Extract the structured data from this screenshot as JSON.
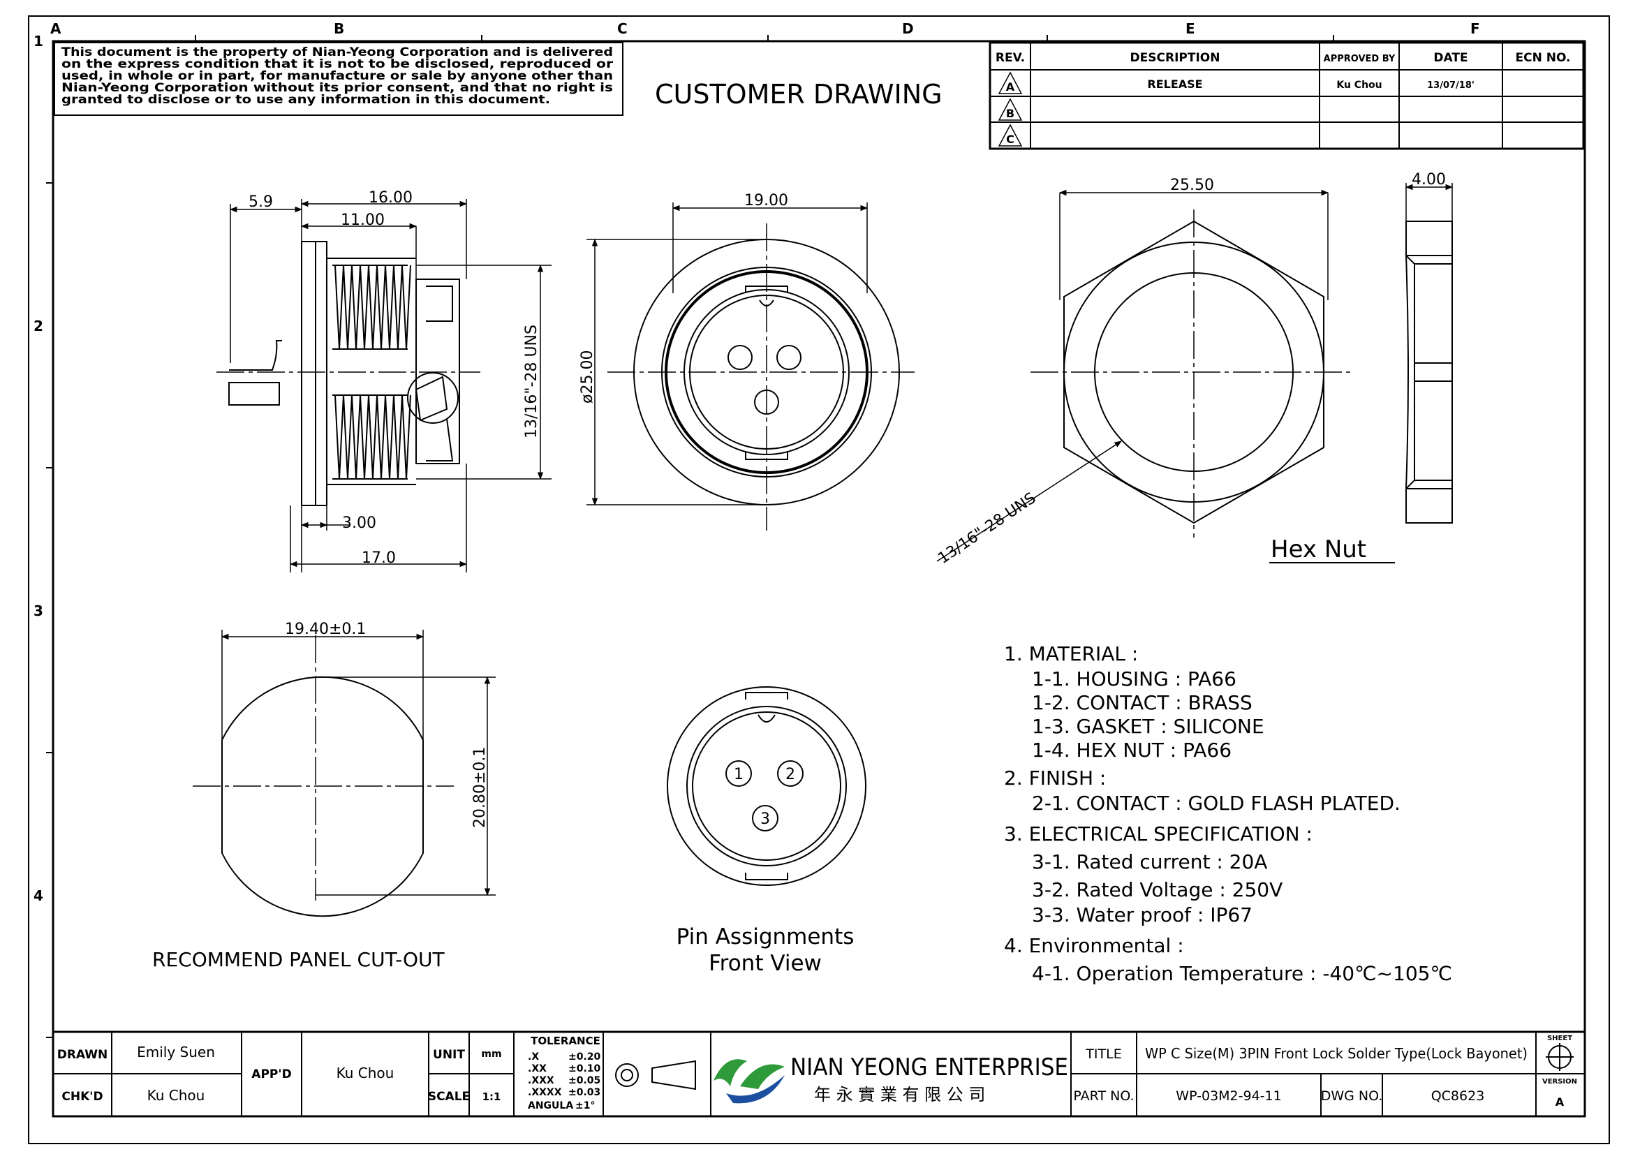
{
  "header": {
    "zones_top": [
      "A",
      "B",
      "C",
      "D",
      "E",
      "F"
    ],
    "zones_side": [
      "1",
      "2",
      "3",
      "4"
    ],
    "notice": [
      "This document is the property of Nian-Yeong Corporation and is delivered",
      "on  the  express condition that it is not to be disclosed, reproduced or",
      "used, in whole or in part, for manufacture or sale by anyone other than",
      "Nian-Yeong Corporation without  its prior consent, and that  no right  is",
      "granted to disclose or to use any information in this  document."
    ],
    "drawing_type": "CUSTOMER  DRAWING"
  },
  "revision_table": {
    "headers": [
      "REV.",
      "DESCRIPTION",
      "APPROVED BY",
      "DATE",
      "ECN NO."
    ],
    "rows": [
      {
        "rev": "A",
        "description": "RELEASE",
        "approved_by": "Ku Chou",
        "date": "13/07/18'",
        "ecn": ""
      },
      {
        "rev": "B",
        "description": "",
        "approved_by": "",
        "date": "",
        "ecn": ""
      },
      {
        "rev": "C",
        "description": "",
        "approved_by": "",
        "date": "",
        "ecn": ""
      }
    ]
  },
  "side_view": {
    "dim_5_9": "5.9",
    "dim_16_00": "16.00",
    "dim_11_00": "11.00",
    "dim_3_00": "3.00",
    "dim_17_0": "17.0",
    "thread": "13/16\"-28 UNS"
  },
  "front_view": {
    "dim_19_00": "19.00",
    "dim_dia_25": "ø25.00"
  },
  "hex_nut": {
    "dim_25_50": "25.50",
    "dim_4_00": "4.00",
    "thread": "13/16\"-28 UNS",
    "title": "Hex  Nut"
  },
  "panel_cutout": {
    "dim_width": "19.40±0.1",
    "dim_height": "20.80±0.1",
    "title": "RECOMMEND  PANEL  CUT-OUT"
  },
  "pin_view": {
    "pins": [
      "1",
      "2",
      "3"
    ],
    "title_line1": "Pin  Assignments",
    "title_line2": "Front  View"
  },
  "notes": [
    "1.  MATERIAL  :",
    "1-1.  HOUSING  :  PA66",
    "1-2.  CONTACT  :  BRASS",
    "1-3.  GASKET  :  SILICONE",
    "1-4.  HEX  NUT  :  PA66",
    "2.  FINISH  :",
    "2-1.  CONTACT  :  GOLD  FLASH  PLATED.",
    "3.  ELECTRICAL  SPECIFICATION  :",
    "3-1.  Rated  current  :  20A",
    "3-2.  Rated  Voltage  :  250V",
    "3-3.  Water  proof  :  IP67",
    "4.  Environmental  :",
    "4-1.  Operation  Temperature  :  -40℃~105℃"
  ],
  "title_block": {
    "drawn_label": "DRAWN",
    "drawn_by": "Emily Suen",
    "checked_label": "CHK'D",
    "checked_by": "Ku Chou",
    "approved_label": "APP'D",
    "approved_by": "Ku Chou",
    "unit_label": "UNIT",
    "unit_value": "mm",
    "scale_label": "SCALE",
    "scale_value": "1:1",
    "tolerance_title": "TOLERANCE",
    "tolerances": [
      {
        "k": ".X",
        "v": "±0.20"
      },
      {
        "k": ".XX",
        "v": "±0.10"
      },
      {
        "k": ".XXX",
        "v": "±0.05"
      },
      {
        "k": ".XXXX",
        "v": "±0.03"
      },
      {
        "k": "ANGULA",
        "v": "±1°"
      }
    ],
    "company": "NIAN YEONG ENTERPRISE",
    "company_cn": "年 永 實 業 有 限 公 司",
    "title_label": "TITLE",
    "title_value": "WP C Size(M) 3PIN Front Lock Solder Type(Lock Bayonet)",
    "part_label": "PART NO.",
    "part_value": "WP-03M2-94-11",
    "dwg_label": "DWG NO.",
    "dwg_value": "QC8623",
    "sheet_label": "SHEET",
    "version_label": "VERSION",
    "version_value": "A"
  },
  "colors": {
    "ink": "#000000",
    "logo_green": "#2e9a3a",
    "logo_blue": "#1d4fa0"
  }
}
